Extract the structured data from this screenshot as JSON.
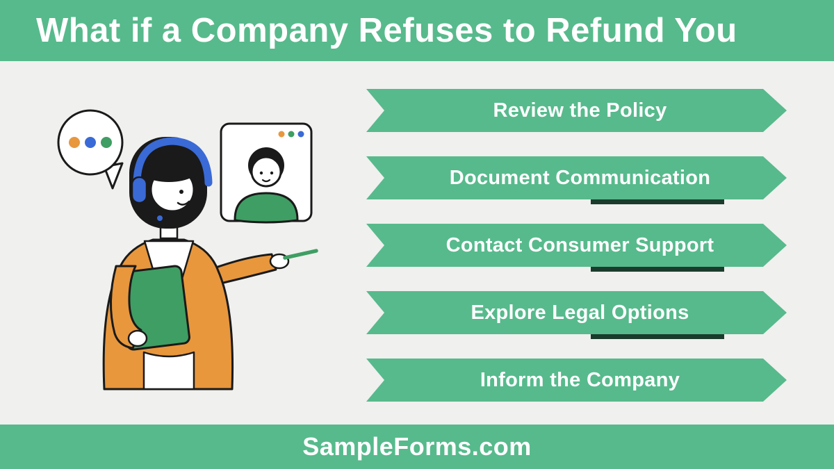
{
  "title": "What if a Company Refuses to Refund You",
  "steps": [
    {
      "label": "Review the Policy"
    },
    {
      "label": "Document Communication"
    },
    {
      "label": "Contact Consumer Support"
    },
    {
      "label": "Explore Legal Options"
    },
    {
      "label": "Inform the Company"
    }
  ],
  "footer": {
    "brand": "SampleForms.com"
  },
  "illustration": {
    "alt": "Customer support agent with black bob hair wearing a blue headset and orange jacket, holding a green folder and pointing a green pen, with a speech bubble containing three dots and a video call window showing a caller in a green shirt"
  },
  "colors": {
    "banner_green": "#57ba8c",
    "background": "#f0f0ee",
    "ribbon_fold_dark": "#1b3c2c",
    "text_white": "#ffffff",
    "jacket_orange": "#e8973d",
    "headset_blue": "#3a6ad6",
    "illustration_green": "#3f9e63",
    "outline_black": "#1a1a1a"
  }
}
